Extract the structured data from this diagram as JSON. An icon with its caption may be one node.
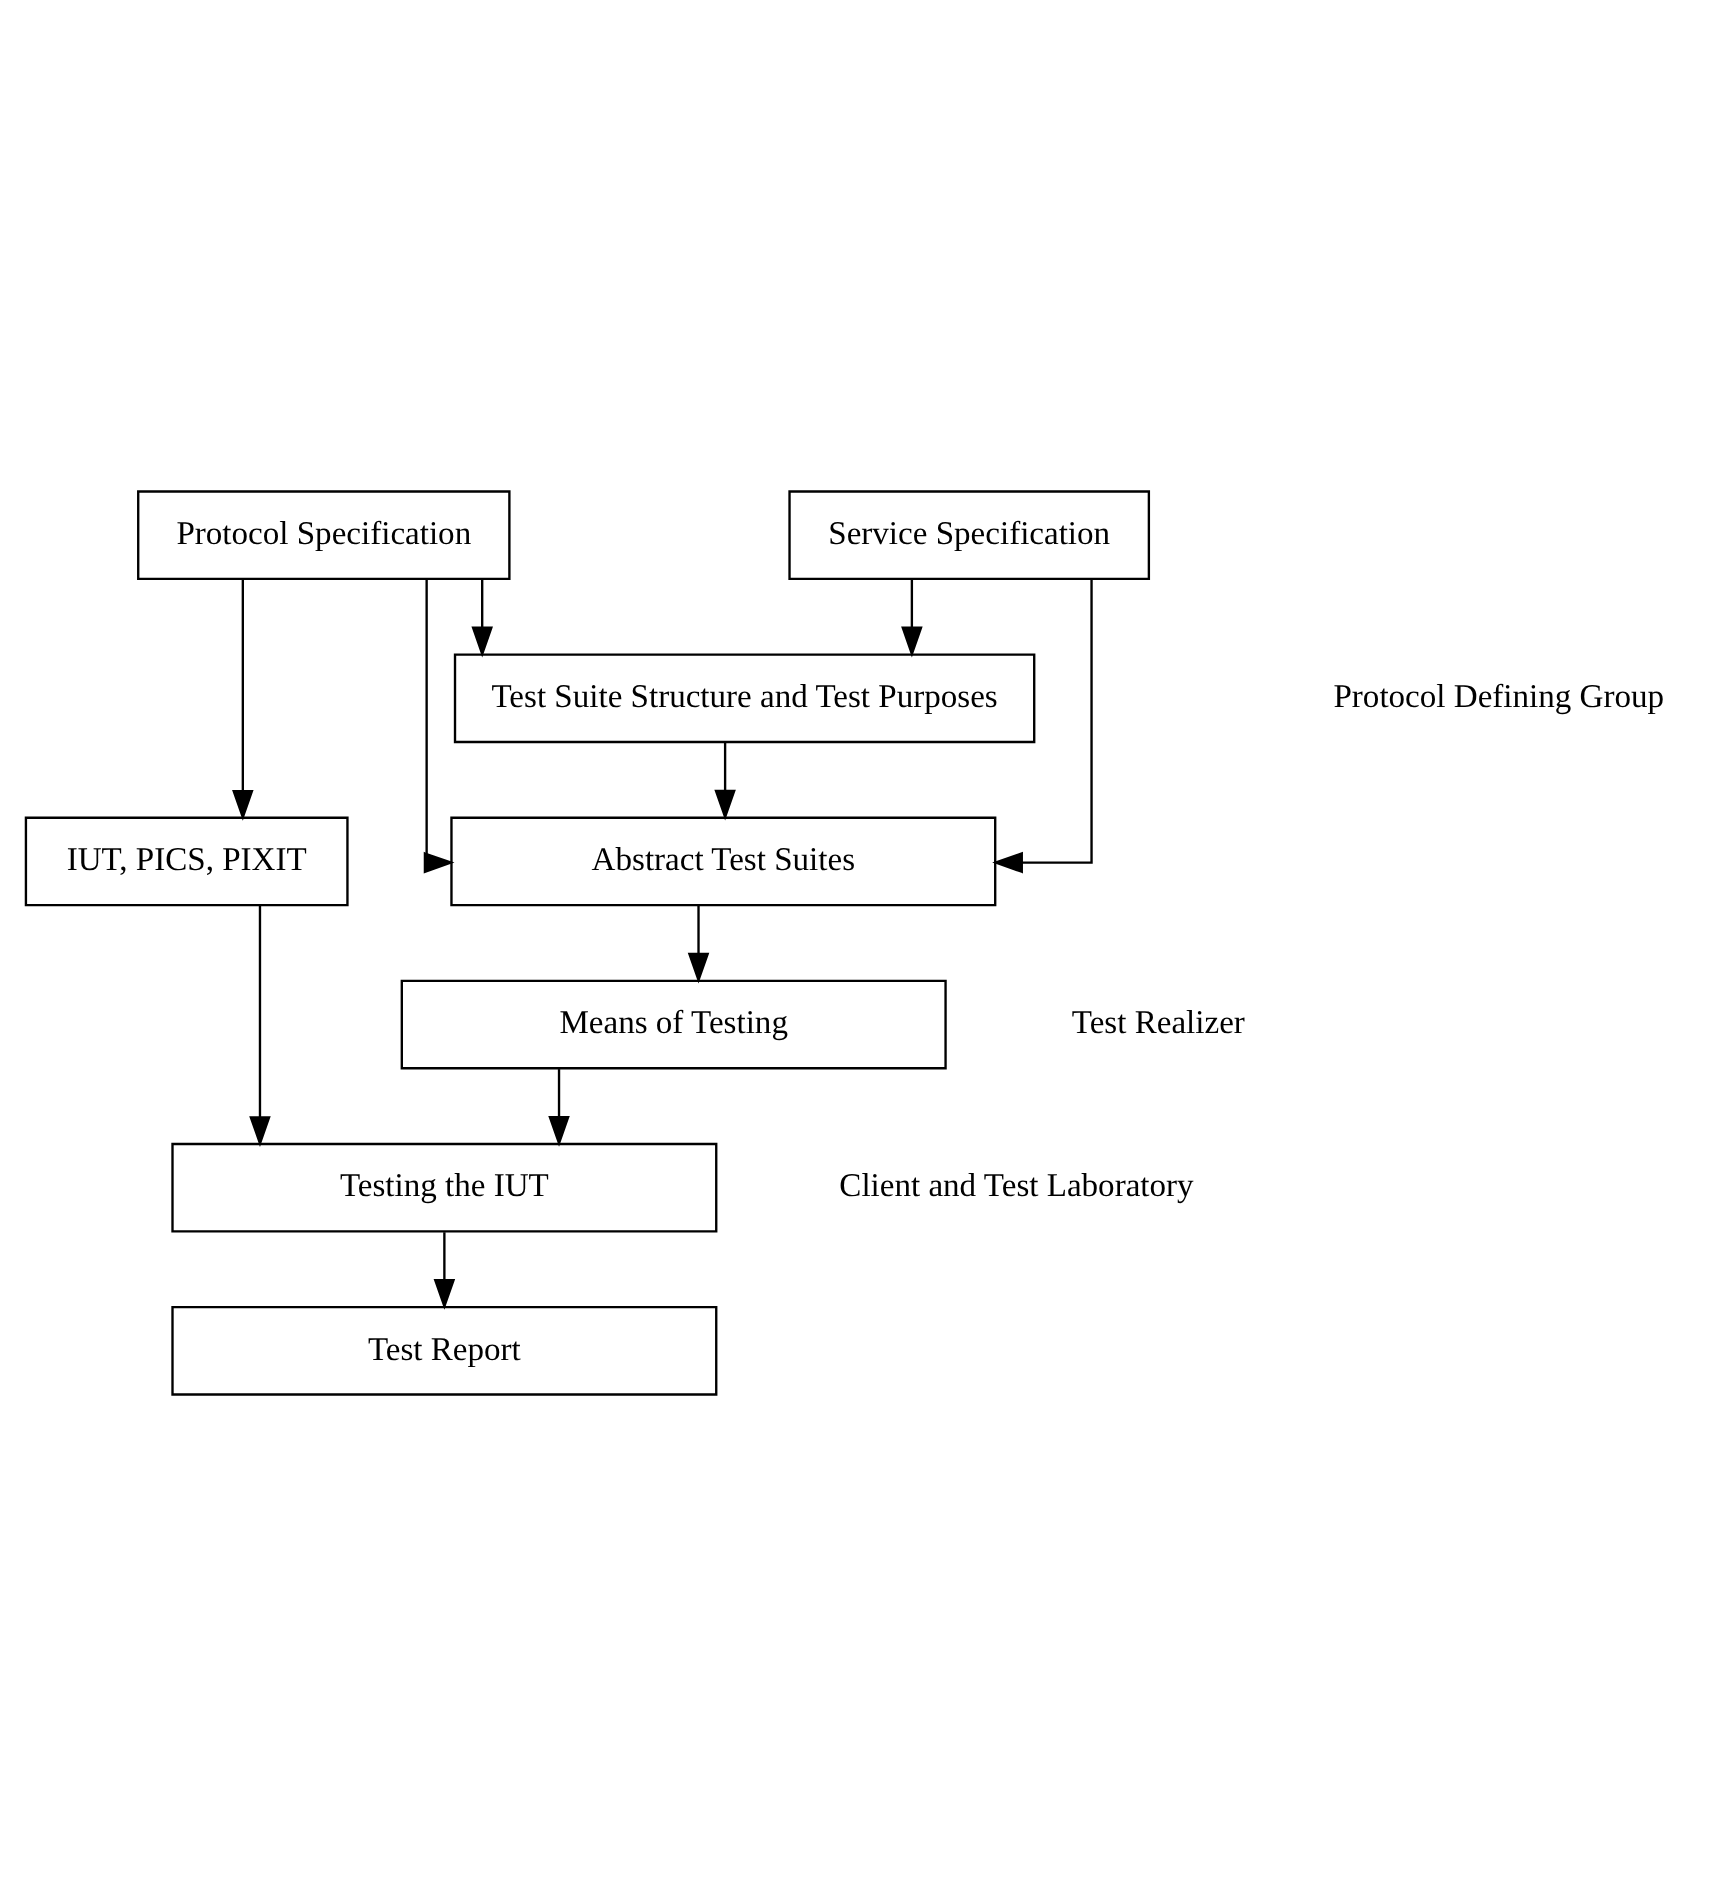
{
  "diagram": {
    "nodes": [
      {
        "text": [
          "Protocol Specification"
        ]
      },
      {
        "text": [
          "Service Specification"
        ]
      },
      {
        "text": [
          "Test Suite Structure and Test Purposes"
        ]
      },
      {
        "text": [
          "Abstract Test Suites"
        ]
      },
      {
        "text": [
          "Means of Testing"
        ]
      },
      {
        "text": [
          "IUT, PICS, PIXIT"
        ]
      },
      {
        "text": [
          "Testing the IUT"
        ]
      },
      {
        "text": [
          "Test Report"
        ]
      }
    ],
    "edges": [
      {
        "from": 0,
        "to": 5,
        "arrow": "to"
      },
      {
        "from": 0,
        "to": 3,
        "arrow": "to"
      },
      {
        "from": 0,
        "to": 2,
        "arrow": "to"
      },
      {
        "from": 1,
        "to": 3,
        "arrow": "to"
      },
      {
        "from": 1,
        "to": 2,
        "arrow": "to"
      },
      {
        "from": 2,
        "to": 3,
        "arrow": "to"
      },
      {
        "from": 3,
        "to": 4,
        "arrow": "to"
      },
      {
        "from": 4,
        "to": 6,
        "arrow": "to"
      },
      {
        "from": 5,
        "to": 6,
        "arrow": "to"
      },
      {
        "from": 6,
        "to": 7,
        "arrow": "to"
      }
    ],
    "labels": [
      "Protocol Defining Group",
      "Test Realizer",
      "Client and Test Laboratory"
    ]
  }
}
